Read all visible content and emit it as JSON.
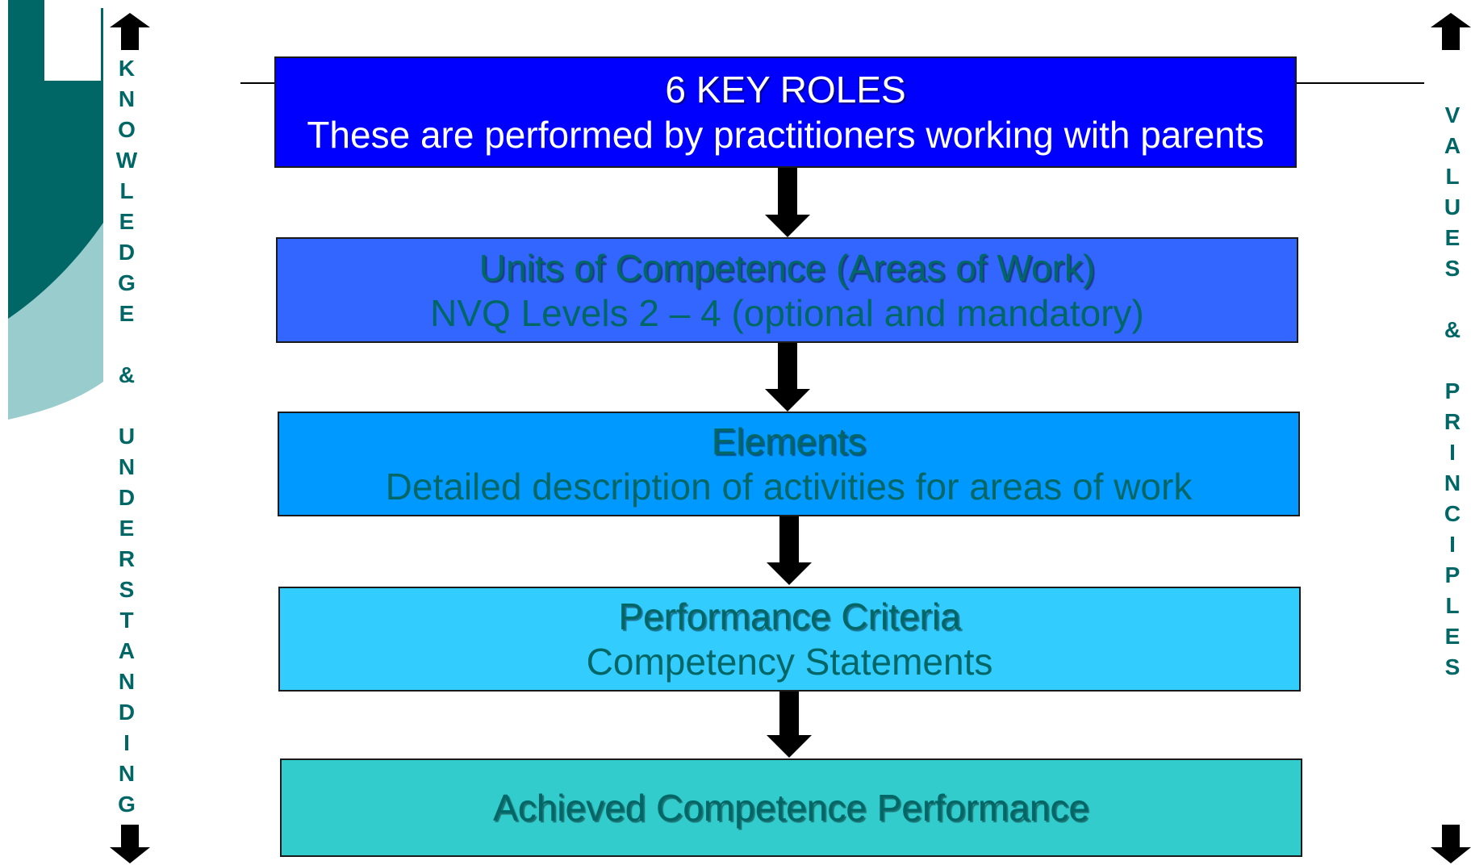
{
  "colors": {
    "teal_dark": "#006666",
    "teal_light": "#99CCCC",
    "box1": "#0000FF",
    "box2": "#3366FF",
    "box3": "#0099FF",
    "box4": "#33CCFF",
    "box5": "#33CCCC"
  },
  "left_label": [
    "K",
    "N",
    "O",
    "W",
    "L",
    "E",
    "D",
    "G",
    "E",
    "",
    "&",
    "",
    "U",
    "N",
    "D",
    "E",
    "R",
    "S",
    "T",
    "A",
    "N",
    "D",
    "I",
    "N",
    "G"
  ],
  "right_label": [
    "V",
    "A",
    "L",
    "U",
    "E",
    "S",
    "",
    "&",
    "",
    "P",
    "R",
    "I",
    "N",
    "C",
    "I",
    "P",
    "L",
    "E",
    "S"
  ],
  "boxes": [
    {
      "title": "6 KEY ROLES",
      "subtitle": "These are performed by practitioners working with parents"
    },
    {
      "title": "Units of Competence (Areas of Work)",
      "subtitle": "NVQ Levels 2 – 4 (optional and mandatory)"
    },
    {
      "title": "Elements",
      "subtitle": "Detailed description of activities for areas of work"
    },
    {
      "title": "Performance Criteria",
      "subtitle": "Competency Statements"
    },
    {
      "title": "Achieved Competence Performance",
      "subtitle": ""
    }
  ]
}
